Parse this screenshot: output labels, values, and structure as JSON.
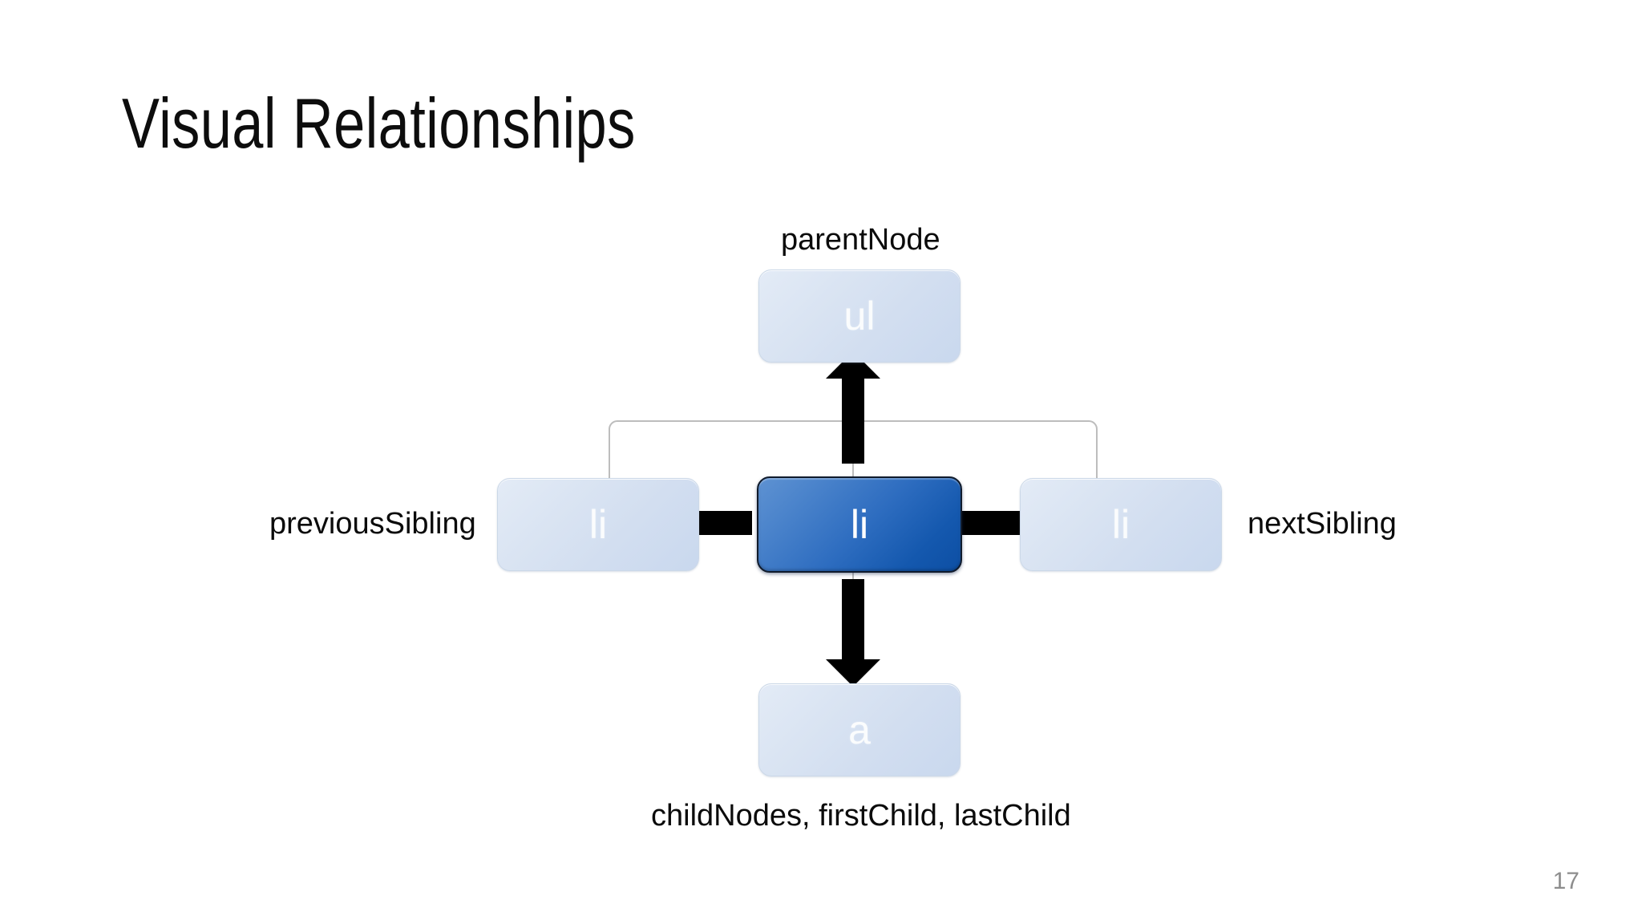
{
  "slide": {
    "title": "Visual Relationships",
    "page_number": "17",
    "background_color": "#ffffff"
  },
  "colors": {
    "accent_node_top": "#5e92d2",
    "accent_node_bottom": "#0d4fa4",
    "light_node_top": "#e3ebf6",
    "light_node_bottom": "#c9d8ee",
    "node_text": "#ffffff",
    "caption_text": "#0b0b0b",
    "arrow": "#000000",
    "connector_line": "#bdbdbd",
    "page_number_text": "#8d8d8d"
  },
  "diagram": {
    "type": "dom-node-relationship-map",
    "nodes": {
      "parent": {
        "label": "ul",
        "style": "light"
      },
      "previous_sibling": {
        "label": "li",
        "style": "light"
      },
      "current": {
        "label": "li",
        "style": "accent"
      },
      "next_sibling": {
        "label": "li",
        "style": "light"
      },
      "child": {
        "label": "a",
        "style": "light"
      }
    },
    "captions": {
      "parent": "parentNode",
      "previous_sibling": "previousSibling",
      "next_sibling": "nextSibling",
      "children": "childNodes, firstChild, lastChild"
    },
    "arrows": [
      {
        "name": "arrow-up-to-parent",
        "direction": "up",
        "from": "current",
        "to": "parent"
      },
      {
        "name": "arrow-left-to-previous-sibling",
        "direction": "left",
        "from": "current",
        "to": "previous_sibling"
      },
      {
        "name": "arrow-right-to-next-sibling",
        "direction": "right",
        "from": "current",
        "to": "next_sibling"
      },
      {
        "name": "arrow-down-to-child",
        "direction": "down",
        "from": "current",
        "to": "child"
      }
    ]
  }
}
